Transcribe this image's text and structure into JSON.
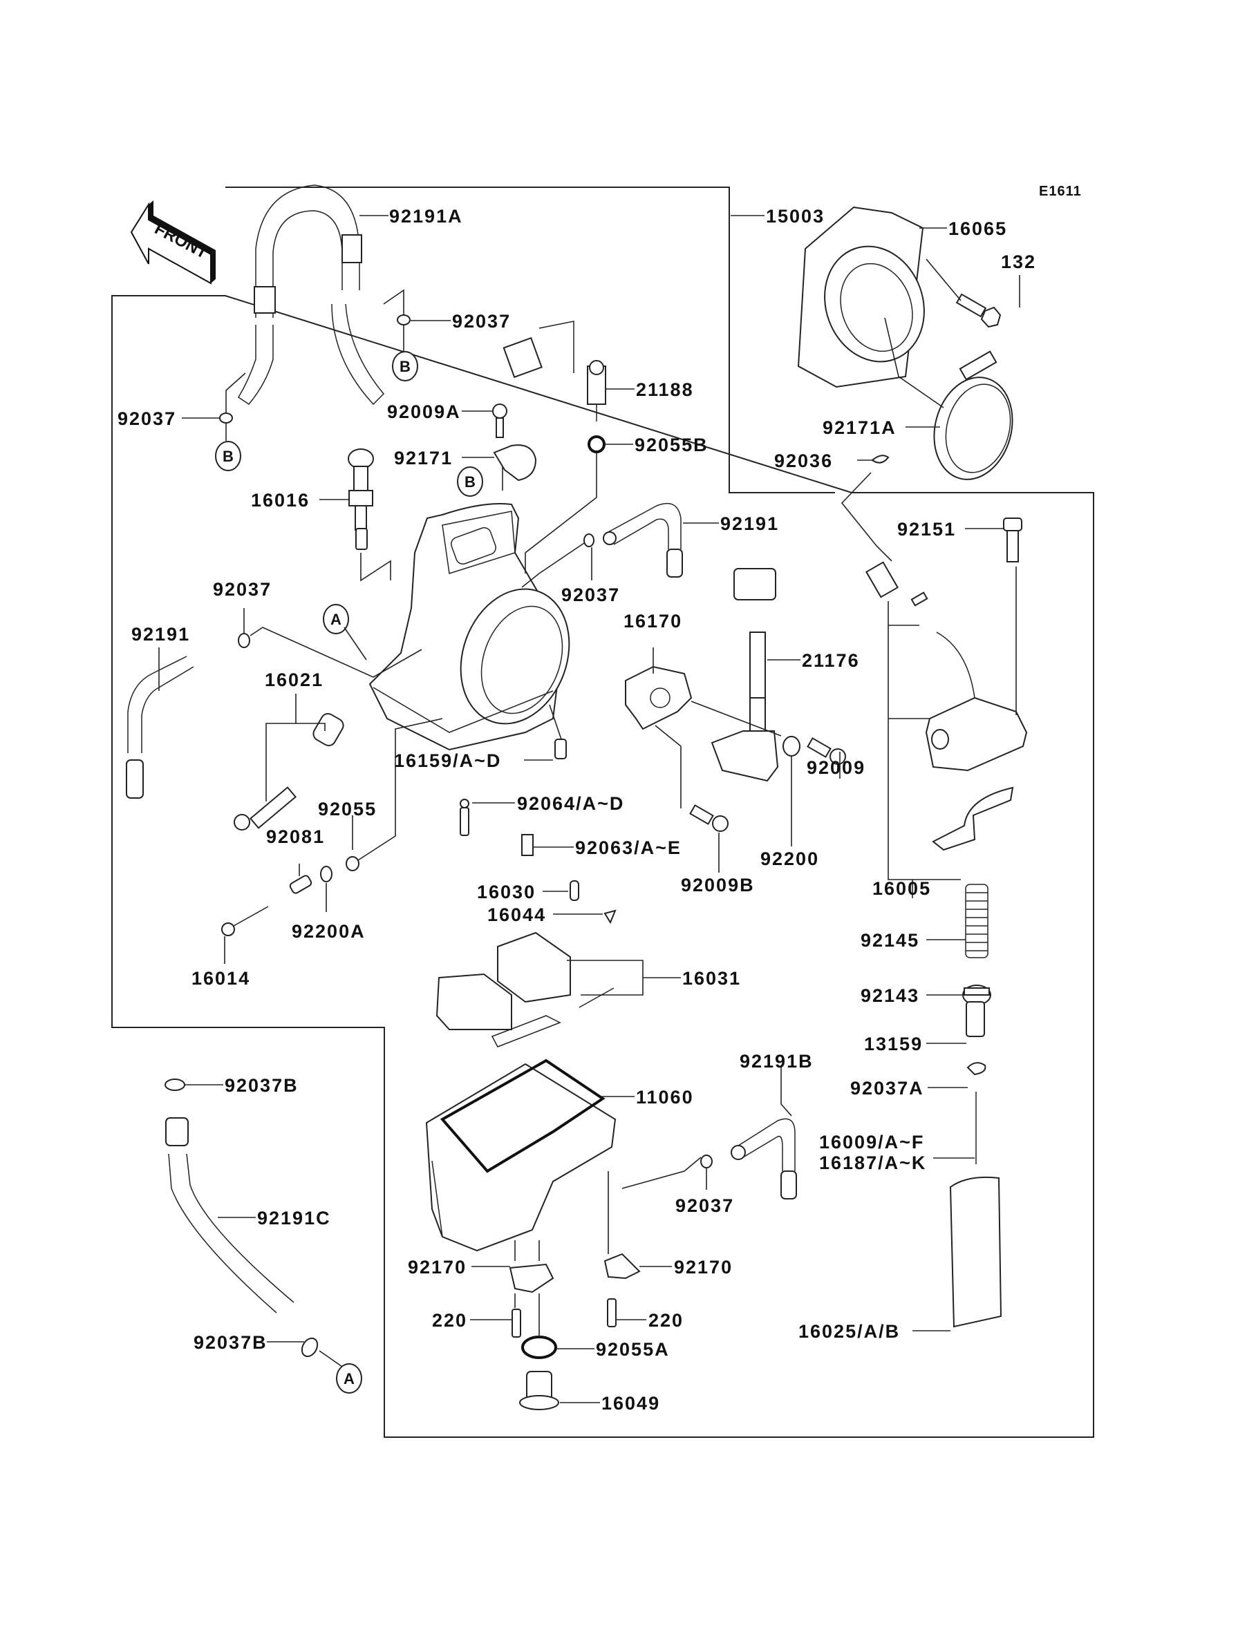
{
  "diagram": {
    "title": "Carburetor exploded parts diagram",
    "figure_code": "E1611",
    "front_indicator": "FRONT",
    "reference_marks": {
      "a": "A",
      "b": "B"
    }
  },
  "parts": [
    {
      "id": "p92191A",
      "label": "92191A",
      "desc": "hose"
    },
    {
      "id": "p92037_top",
      "label": "92037",
      "desc": "clamp"
    },
    {
      "id": "p92037_left",
      "label": "92037",
      "desc": "clamp"
    },
    {
      "id": "p21188",
      "label": "21188",
      "desc": "sensor"
    },
    {
      "id": "p92009A",
      "label": "92009A",
      "desc": "screw"
    },
    {
      "id": "p92055B",
      "label": "92055B",
      "desc": "o-ring"
    },
    {
      "id": "p92171",
      "label": "92171",
      "desc": "clamp"
    },
    {
      "id": "p16016",
      "label": "16016",
      "desc": "starter plunger"
    },
    {
      "id": "p92191",
      "label": "92191",
      "desc": "hose"
    },
    {
      "id": "p92037_mid",
      "label": "92037",
      "desc": "clamp"
    },
    {
      "id": "p92037_mid2",
      "label": "92037",
      "desc": "clamp"
    },
    {
      "id": "p92191_left",
      "label": "92191",
      "desc": "hose"
    },
    {
      "id": "p16021",
      "label": "16021",
      "desc": "screw / spring"
    },
    {
      "id": "p16159",
      "label": "16159/A~D",
      "desc": "jet"
    },
    {
      "id": "p16170",
      "label": "16170",
      "desc": "sensor bracket"
    },
    {
      "id": "p21176",
      "label": "21176",
      "desc": "throttle sensor"
    },
    {
      "id": "p92009",
      "label": "92009",
      "desc": "screw"
    },
    {
      "id": "p92055",
      "label": "92055",
      "desc": "o-ring"
    },
    {
      "id": "p92081",
      "label": "92081",
      "desc": "spring"
    },
    {
      "id": "p92200A",
      "label": "92200A",
      "desc": "washer"
    },
    {
      "id": "p16014",
      "label": "16014",
      "desc": "pilot screw"
    },
    {
      "id": "p92064",
      "label": "92064/A~D",
      "desc": "pilot jet"
    },
    {
      "id": "p92063",
      "label": "92063/A~E",
      "desc": "main jet"
    },
    {
      "id": "p92009B",
      "label": "92009B",
      "desc": "screw"
    },
    {
      "id": "p92200",
      "label": "92200",
      "desc": "washer"
    },
    {
      "id": "p16030",
      "label": "16030",
      "desc": "needle valve"
    },
    {
      "id": "p16044",
      "label": "16044",
      "desc": "clip"
    },
    {
      "id": "p16031",
      "label": "16031",
      "desc": "float"
    },
    {
      "id": "p15003",
      "label": "15003",
      "desc": "carburetor assy"
    },
    {
      "id": "p16065",
      "label": "16065",
      "desc": "holder"
    },
    {
      "id": "p132",
      "label": "132",
      "desc": "bolt"
    },
    {
      "id": "p92171A",
      "label": "92171A",
      "desc": "clamp"
    },
    {
      "id": "p92036",
      "label": "92036",
      "desc": "clamp"
    },
    {
      "id": "p92151",
      "label": "92151",
      "desc": "bolt"
    },
    {
      "id": "p16005",
      "label": "16005",
      "desc": "cap"
    },
    {
      "id": "p92145",
      "label": "92145",
      "desc": "spring"
    },
    {
      "id": "p92143",
      "label": "92143",
      "desc": "holder"
    },
    {
      "id": "p13159",
      "label": "13159",
      "desc": "holder"
    },
    {
      "id": "p92037A",
      "label": "92037A",
      "desc": "clip"
    },
    {
      "id": "p16009",
      "label": "16009/A~F",
      "desc": "jet needle"
    },
    {
      "id": "p16187",
      "label": "16187/A~K",
      "desc": "jet needle"
    },
    {
      "id": "p16025",
      "label": "16025/A/B",
      "desc": "throttle valve"
    },
    {
      "id": "p11060",
      "label": "11060",
      "desc": "gasket"
    },
    {
      "id": "p92191B",
      "label": "92191B",
      "desc": "hose"
    },
    {
      "id": "p92037_bot",
      "label": "92037",
      "desc": "clamp"
    },
    {
      "id": "p92170_l",
      "label": "92170",
      "desc": "clamp"
    },
    {
      "id": "p92170_r",
      "label": "92170",
      "desc": "clamp"
    },
    {
      "id": "p220_l",
      "label": "220",
      "desc": "screw"
    },
    {
      "id": "p220_r",
      "label": "220",
      "desc": "screw"
    },
    {
      "id": "p92055A",
      "label": "92055A",
      "desc": "o-ring"
    },
    {
      "id": "p16049",
      "label": "16049",
      "desc": "plug"
    },
    {
      "id": "p92037B_top",
      "label": "92037B",
      "desc": "clamp"
    },
    {
      "id": "p92191C",
      "label": "92191C",
      "desc": "hose"
    },
    {
      "id": "p92037B_bot",
      "label": "92037B",
      "desc": "clamp"
    }
  ]
}
